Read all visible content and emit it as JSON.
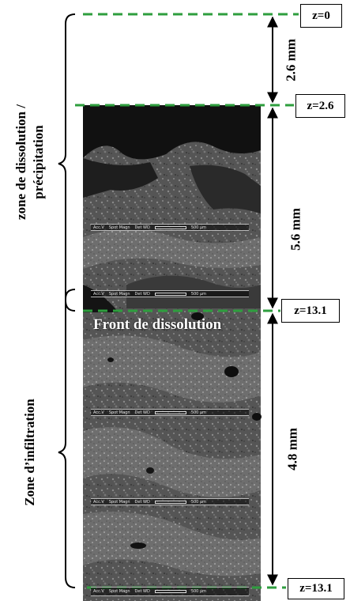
{
  "levels": {
    "z0": "z=0",
    "z2_6": "z=2.6",
    "z13_1_front": "z=13.1",
    "z13_1_bottom": "z=13.1"
  },
  "distances": {
    "d1": "2.6 mm",
    "d2": "5.6 mm",
    "d3": "4.8 mm"
  },
  "zones": {
    "upper_line1": "zone de dissolution /",
    "upper_line2": "précipitation",
    "lower": "Zone d’infiltration"
  },
  "front_label": "Front de dissolution",
  "sem_bars": [
    {
      "acc": "Acc.V",
      "spot": "Spot Magn",
      "det": "Det WD",
      "scale": "500 µm"
    },
    {
      "acc": "Acc.V",
      "spot": "Spot Magn",
      "det": "Det WD",
      "scale": "500 µm"
    },
    {
      "acc": "Acc.V",
      "spot": "Spot Magn",
      "det": "Det WD",
      "scale": "500 µm"
    },
    {
      "acc": "Acc.V",
      "spot": "Spot Magn",
      "det": "Det WD",
      "scale": "500 µm"
    },
    {
      "acc": "Acc.V",
      "spot": "Spot Magn",
      "det": "Det WD",
      "scale": "500 µm"
    }
  ],
  "colors": {
    "dashed_line": "#2e9e3e",
    "sem_dark": "#1a1a1a",
    "sem_mid": "#5a5a5a",
    "sem_light": "#8c8c8c"
  }
}
